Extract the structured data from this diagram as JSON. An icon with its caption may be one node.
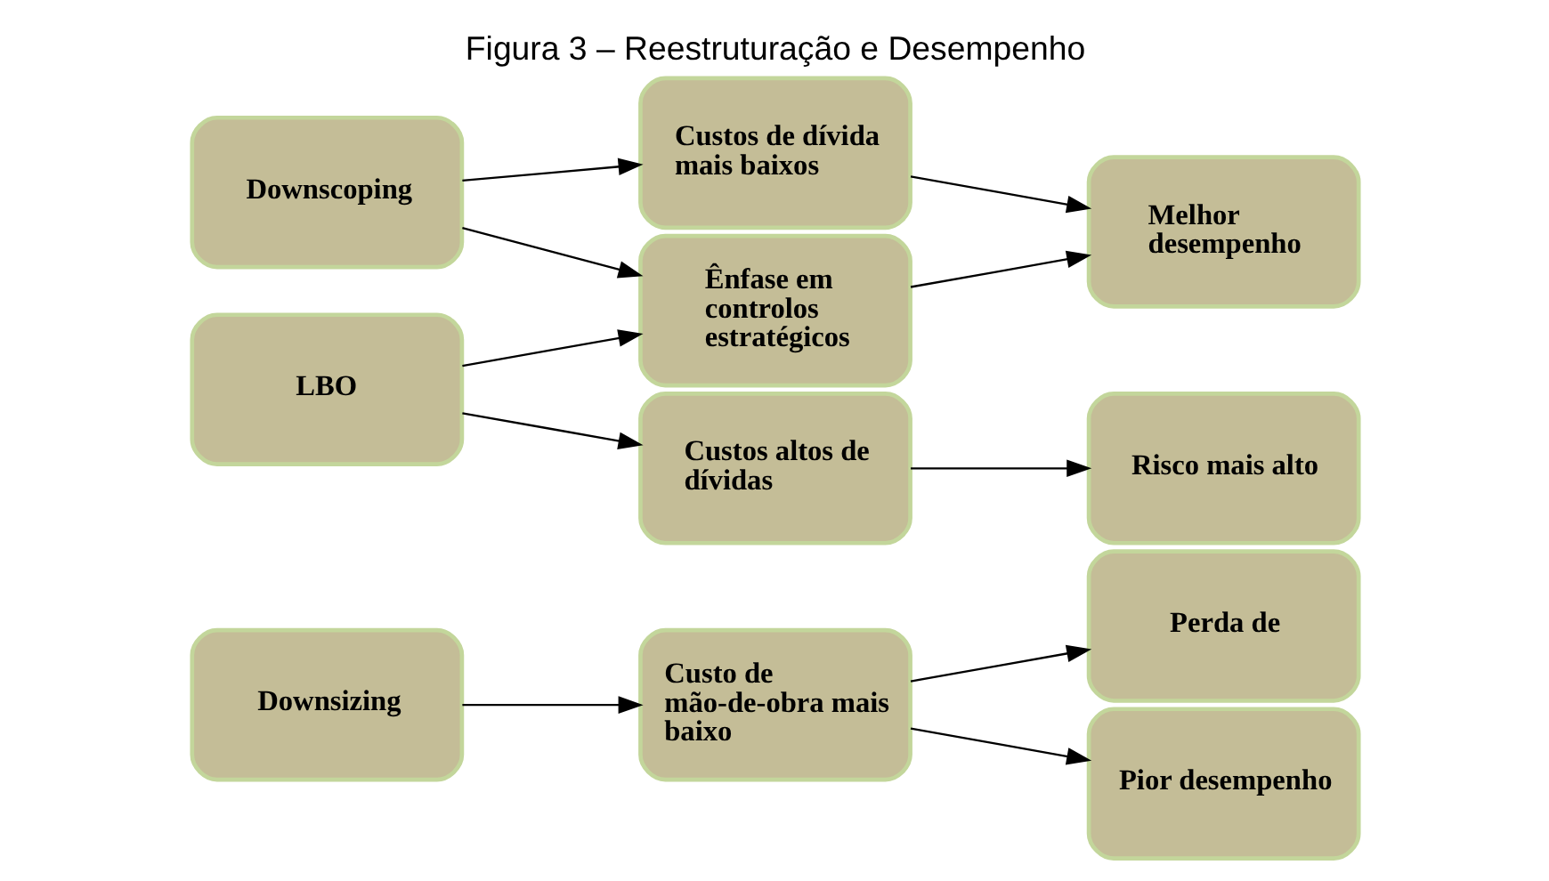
{
  "diagram": {
    "title": "Figura 3 – Reestruturação e Desempenho",
    "nodes": [
      {
        "text": [
          "Downsizing"
        ]
      },
      {
        "text": [
          "Downscoping"
        ]
      },
      {
        "text": [
          "LBO"
        ]
      },
      {
        "text": [
          "Custo de mão-de-obra mais baixo"
        ]
      },
      {
        "text": [
          "Custos de dívida mais baixos"
        ]
      },
      {
        "text": [
          "Ênfase em controlos estratégicos"
        ]
      },
      {
        "text": [
          "Custos altos de dívidas"
        ]
      },
      {
        "text": [
          "Perda de"
        ]
      },
      {
        "text": [
          "Pior desempenho"
        ]
      },
      {
        "text": [
          "Melhor desempenho"
        ]
      },
      {
        "text": [
          "Risco mais alto"
        ]
      }
    ],
    "edges": [
      {
        "from": 0,
        "to": 3,
        "arrow": "to"
      },
      {
        "from": 1,
        "to": 4,
        "arrow": "to"
      },
      {
        "from": 1,
        "to": 5,
        "arrow": "to"
      },
      {
        "from": 2,
        "to": 5,
        "arrow": "to"
      },
      {
        "from": 2,
        "to": 6,
        "arrow": "to"
      },
      {
        "from": 3,
        "to": 7,
        "arrow": "to"
      },
      {
        "from": 3,
        "to": 8,
        "arrow": "to"
      },
      {
        "from": 4,
        "to": 9,
        "arrow": "to"
      },
      {
        "from": 5,
        "to": 9,
        "arrow": "to"
      },
      {
        "from": 6,
        "to": 10,
        "arrow": "to"
      }
    ]
  }
}
